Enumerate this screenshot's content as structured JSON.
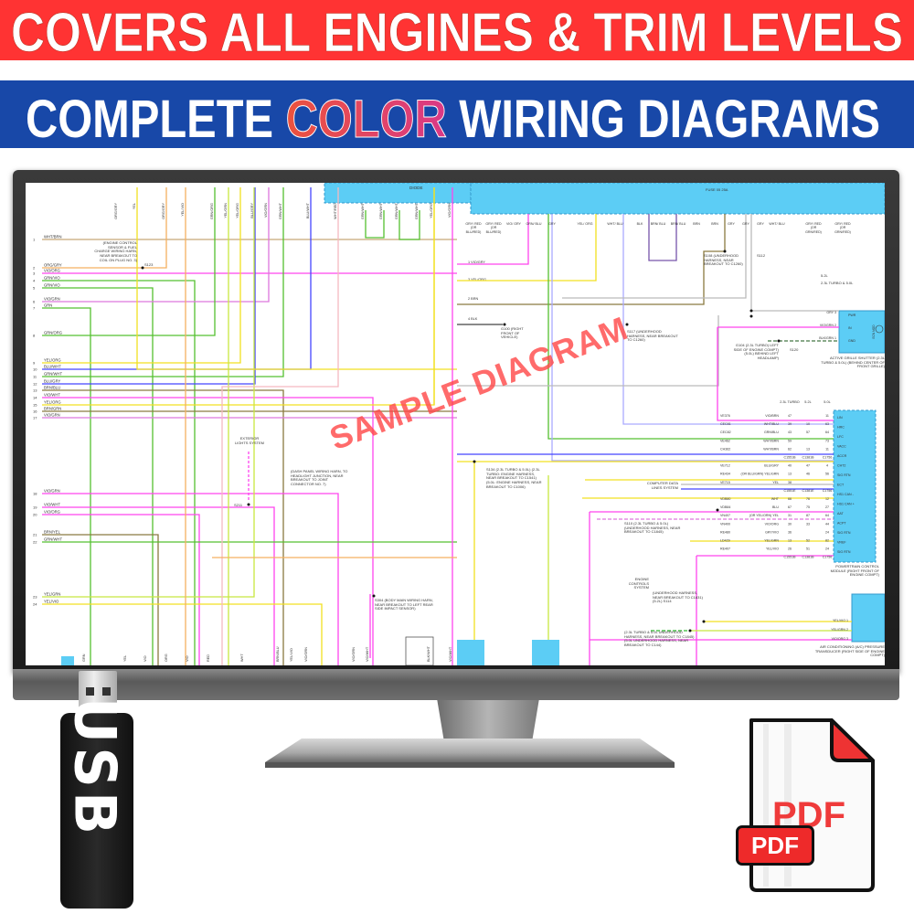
{
  "banners": {
    "top_text": "COVERS ALL ENGINES & TRIM LEVELS",
    "top_color": "#ff3333",
    "bottom_prefix": "COMPLETE ",
    "bottom_highlight": "COLOR",
    "bottom_suffix": " WIRING DIAGRAMS",
    "bottom_color": "#1848a8"
  },
  "watermark": "SAMPLE DIAGRAM",
  "usb_label": "USB",
  "pdf": {
    "big_label": "PDF",
    "badge_label": "PDF",
    "accent": "#ee2a2a"
  },
  "wire_colors": {
    "tan": "#c8a878",
    "orange": "#f5b060",
    "magenta": "#ff44ee",
    "green": "#55c030",
    "violet": "#dd77dd",
    "yellow": "#f2e020",
    "blue": "#4444ff",
    "brown": "#8a7a40",
    "pink": "#f5b8c0",
    "lime": "#c8e840",
    "gray": "#bbbbbb",
    "lavender": "#aaaaff",
    "cyan_box": "#5ccdf5"
  },
  "diagram": {
    "left_rows": [
      {
        "num": "1",
        "label": "WHT/BRN"
      },
      {
        "num": "2",
        "label": "ORG/GRY"
      },
      {
        "num": "3",
        "label": "VIO/ORG"
      },
      {
        "num": "4",
        "label": "GRN/VIO"
      },
      {
        "num": "5",
        "label": "GRN/VIO"
      },
      {
        "num": "6",
        "label": "VIO/GRN"
      },
      {
        "num": "7",
        "label": "GRN"
      },
      {
        "num": "8",
        "label": "GRN/ORG"
      },
      {
        "num": "9",
        "label": "YEL/ORG"
      },
      {
        "num": "10",
        "label": "BLU/WHT"
      },
      {
        "num": "11",
        "label": "GRN/WHT"
      },
      {
        "num": "12",
        "label": "BLU/GRY"
      },
      {
        "num": "13",
        "label": "BRN/BLU"
      },
      {
        "num": "14",
        "label": "VIO/WHT"
      },
      {
        "num": "15",
        "label": "YEL/ORG"
      },
      {
        "num": "16",
        "label": "BRN/GRN"
      },
      {
        "num": "17",
        "label": "VIO/GRN"
      },
      {
        "num": "18",
        "label": "VIO/GRN"
      },
      {
        "num": "19",
        "label": "VIO/WHT"
      },
      {
        "num": "20",
        "label": "VIO/ORG"
      },
      {
        "num": "21",
        "label": "BRN/YEL"
      },
      {
        "num": "22",
        "label": "GRN/WHT"
      },
      {
        "num": "23",
        "label": "YEL/GRN"
      },
      {
        "num": "24",
        "label": "YEL/VIO"
      }
    ],
    "top_labels": [
      "ORG/GRY",
      "YEL",
      "ORG/GRY",
      "YEL/VIO",
      "GRN/ORG",
      "YEL/GRN",
      "YEL/ORG",
      "BLU/GRY",
      "VIO/GRN",
      "GRN/WHT",
      "BLU/WHT",
      "WHT/RED",
      "GRN/WHT",
      "GRN/WHT",
      "GRN/WHT",
      "GRN/WHT",
      "YEL/ORG",
      "VIO/GRN"
    ],
    "bottom_labels": [
      "GRN",
      "YEL",
      "VIO",
      "ORG",
      "VIO",
      "RED",
      "WHT",
      "BRN/BLU",
      "YEL/VIO",
      "VIO/GRN",
      "VIO/GRN",
      "VIO/WHT",
      "BLK/WHT",
      "VIO/WHT"
    ],
    "top_box_label": "DIODE",
    "fuse_label": "FUSE 05 25A",
    "right_top_labels": [
      "GRY/ RED (OR BLU/RED)",
      "GRY/ RED (OR BLU/RED)",
      "VIO/ GRY",
      "GRN/ BLU",
      "GRY",
      "YEL/ ORG",
      "WHT/ BLU",
      "BLK",
      "BRN/ BLU",
      "BRN/ BLU",
      "BRN",
      "BRN",
      "GRY",
      "GRY",
      "GRY",
      "WHT/ BLU",
      "GRY/ RED (OR GRN/RED)",
      "GRY/ RED (OR GRN/RED)"
    ],
    "mid_rows": [
      "1  VIO/GRY",
      "3  YEL/ORG",
      "2  BRN",
      "4  BLK"
    ],
    "notes": [
      "(ENGINE CONTROL SENSOR & FUEL CHARGE WIRING HARN, NEAR BREAKOUT TO COIL ON PLUG NO. 3)",
      "S123",
      "EXTERIOR LIGHTS SYSTEM",
      "(DASH PANEL WIRING HARN, TO HEADLIGHT JUNCTION, NEAR BREAKOUT TO JOINT CONNECTOR NO. 7)",
      "S211",
      "S304 (BODY MAIN WIRING HARN, NEAR BREAKOUT TO LEFT REAR SIDE IMPACT SENSOR)",
      "G100 (RIGHT FRONT OF VEHICLE)",
      "S117 (UNDERHOOD HARNESS, NEAR BREAKOUT TO C1260)",
      "S108 (UNDERHOOD HARNESS, NEAR BREAKOUT TO C1260)",
      "S112",
      "G104 (2.3L TURBO) LEFT SIDE OF ENGINE COMPT) (5.0L) BEHIND LEFT HEADLAMP)",
      "S120",
      "5.2L",
      "2.3L TURBO & 5.0L",
      "S134 (2.3L TURBO & 5.0L) (2.3L TURBO: ENGINE HARNESS, NEAR BREAKOUT TO C1541) (5.0L: ENGINE HARNESS, NEAR BREAKOUT TO C1006)",
      "COMPUTER DATA LINES SYSTEM",
      "S110 (2.3L TURBO & 5.0L) (UNDERHOOD HARNESS, NEAR BREAKOUT TO C1845)",
      "ENGINE CONTROLS SYSTEM",
      "(UNDERHOOD HARNESS, NEAR BREAKOUT TO C1831) (5.2L) S114",
      "(2.3L TURBO & 5.0L UNDERHOOD HARNESS, NEAR BREAKOUT TO C1845) (5.0L UNDERHOOD HARNESS, NEAR BREAKOUT TO C144)"
    ],
    "engine_headers": [
      "2.3L TURBO",
      "5.2L",
      "5.0L"
    ],
    "right_table": [
      [
        "VE376",
        "VIO/BRN",
        "47",
        "",
        "11"
      ],
      [
        "CEC81",
        "WHT/BLU",
        "39",
        "10",
        "63"
      ],
      [
        "CEC82",
        "GRN/BLU",
        "43",
        "57",
        "64"
      ],
      [
        "VE462",
        "WHT/BRN",
        "59",
        "",
        "73"
      ],
      [
        "CH362",
        "WHT/BRN",
        "62",
        "13",
        "11"
      ],
      [
        "",
        "",
        "C1551B",
        "C1381B",
        "C1756"
      ],
      [
        "VE712",
        "BLU/GRY",
        "40",
        "47",
        "4"
      ],
      [
        "RE434",
        "(OR BLU/GRN) YEL/GRN",
        "13",
        "46",
        "56"
      ],
      [
        "VE715",
        "YEL",
        "38",
        "",
        ""
      ],
      [
        "",
        "",
        "C1551E",
        "C1381E",
        "C1756"
      ],
      [
        "VDB80",
        "WHT",
        "66",
        "76",
        "12"
      ],
      [
        "VDB84",
        "BLU",
        "67",
        "75",
        "27"
      ],
      [
        "VN407",
        "(OR YEL/ORN) YEL",
        "31",
        "87",
        "64"
      ],
      [
        "VN400",
        "VIO/ORG",
        "30",
        "33",
        "44"
      ],
      [
        "RE480",
        "GRY/VIO",
        "36",
        "",
        "24"
      ],
      [
        "LD429",
        "YEL/GRN",
        "13",
        "52",
        "82"
      ],
      [
        "RE407",
        "YEL/VIO",
        "26",
        "51",
        "24"
      ],
      [
        "",
        "",
        "C1551B",
        "C1381B",
        "C1756"
      ]
    ],
    "pcm_pins": [
      "LIN",
      "HRC",
      "LFC",
      "VACC",
      "ACCR",
      "CHT2",
      "SIG RTN",
      "ECT",
      "HS1 CAN -",
      "HS1 CAN +",
      "AAT",
      "ACPT",
      "SIG RTN",
      "VREF",
      "SIG RTN"
    ],
    "pcm_label": "POWERTRAIN CONTROL MODULE (RIGHT FRONT OF ENGINE COMPT)",
    "grille_pins": [
      "PWR",
      "IN",
      "GND"
    ],
    "grille_wires": [
      "GRY 3",
      "VIO/GRN 2",
      "BLK/GRN 1"
    ],
    "grille_label": "ACTIVE GRILLE SHUTTER (2.3L TURBO & 5.0L) (BEHIND CENTER OF FRONT GRILLE)",
    "grille_motor_label": "ECN MOD",
    "ac_label": "AIR CONDITIONING (A/C) PRESSURE TRANSDUCER (RIGHT SIDE OF ENGINE COMPT)",
    "ac_wires": [
      "YEL/VIO 1",
      "YEL/GRN 2",
      "VIO/ORG 3"
    ]
  }
}
